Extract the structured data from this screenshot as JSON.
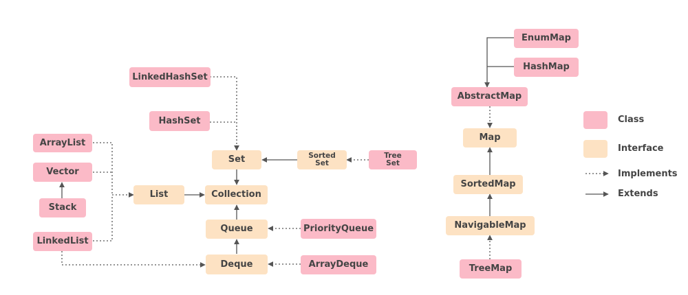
{
  "colors": {
    "class": "#fbbac7",
    "interface": "#fde2c3",
    "line": "#555555",
    "text": "#444444"
  },
  "nodes": {
    "linkedhashset": "LinkedHashSet",
    "hashset": "HashSet",
    "arraylist": "ArrayList",
    "vector": "Vector",
    "stack": "Stack",
    "linkedlist": "LinkedList",
    "list": "List",
    "collection": "Collection",
    "set": "Set",
    "sortedset": "Sorted\nSet",
    "treeset": "Tree\nSet",
    "queue": "Queue",
    "deque": "Deque",
    "priorityqueue": "PriorityQueue",
    "arraydeque": "ArrayDeque",
    "enummap": "EnumMap",
    "hashmap": "HashMap",
    "abstractmap": "AbstractMap",
    "map": "Map",
    "sortedmap": "SortedMap",
    "navigablemap": "NavigableMap",
    "treemap": "TreeMap"
  },
  "legend": {
    "class": "Class",
    "interface": "Interface",
    "implements": "Implements",
    "extends": "Extends"
  }
}
